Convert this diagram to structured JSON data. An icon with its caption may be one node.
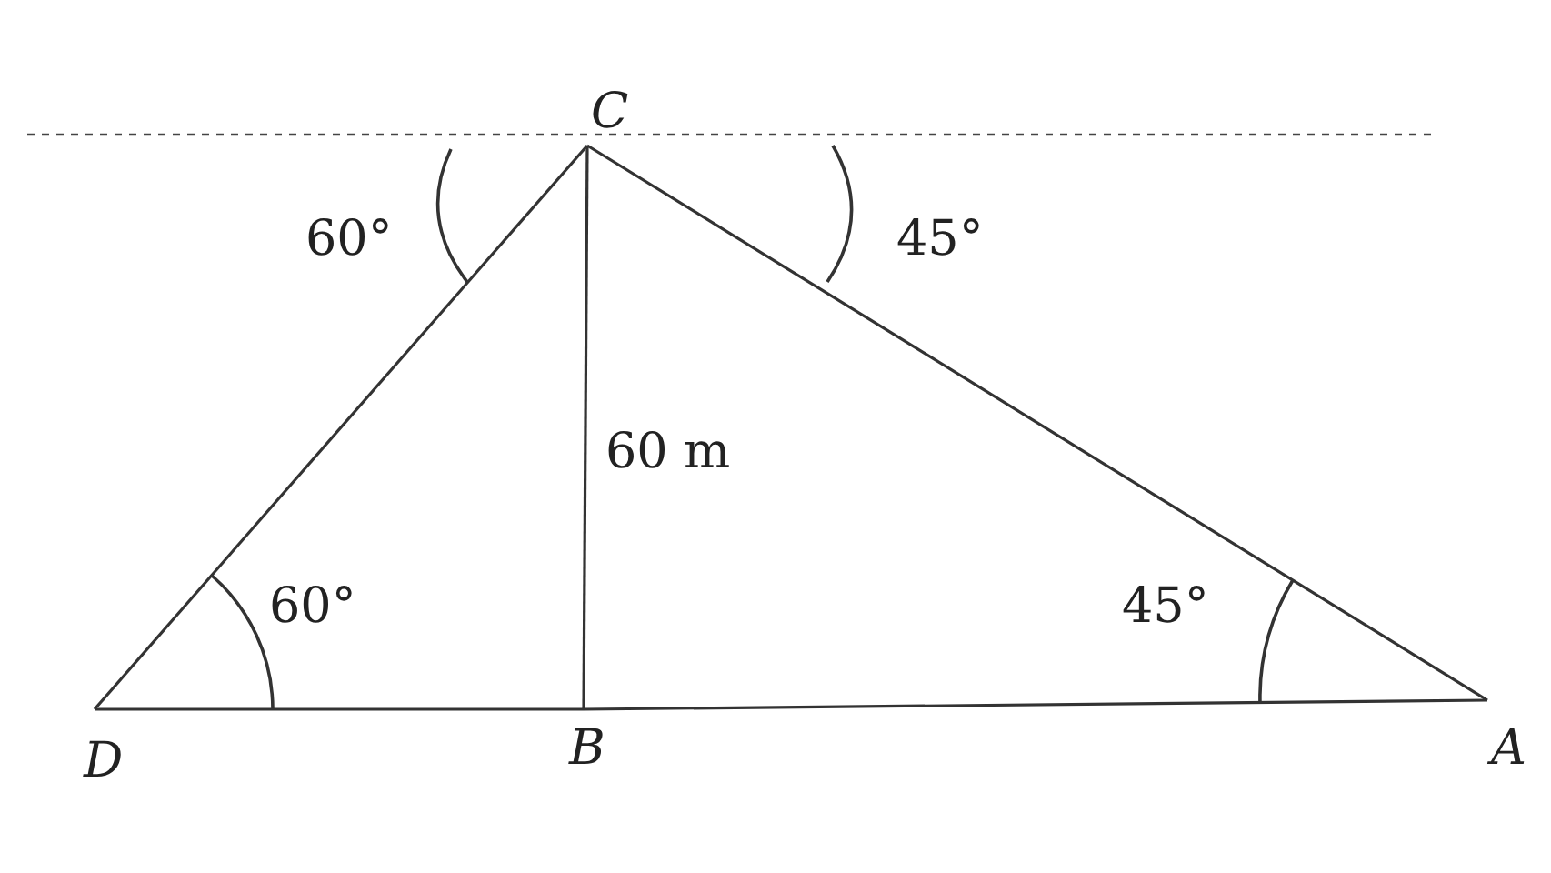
{
  "diagram": {
    "nodes": [
      {
        "text": [
          "C"
        ]
      },
      {
        "text": [
          "D"
        ]
      },
      {
        "text": [
          "B"
        ]
      },
      {
        "text": [
          "A"
        ]
      }
    ],
    "edges": [
      {
        "from": 0,
        "to": 1,
        "arrow": "none"
      },
      {
        "from": 0,
        "to": 2,
        "arrow": "none"
      },
      {
        "from": 0,
        "to": 3,
        "arrow": "none"
      },
      {
        "from": 1,
        "to": 2,
        "arrow": "none"
      },
      {
        "from": 2,
        "to": 3,
        "arrow": "none"
      }
    ],
    "labels": [
      "60°",
      "45°",
      "60 m",
      "60°",
      "45°"
    ]
  }
}
